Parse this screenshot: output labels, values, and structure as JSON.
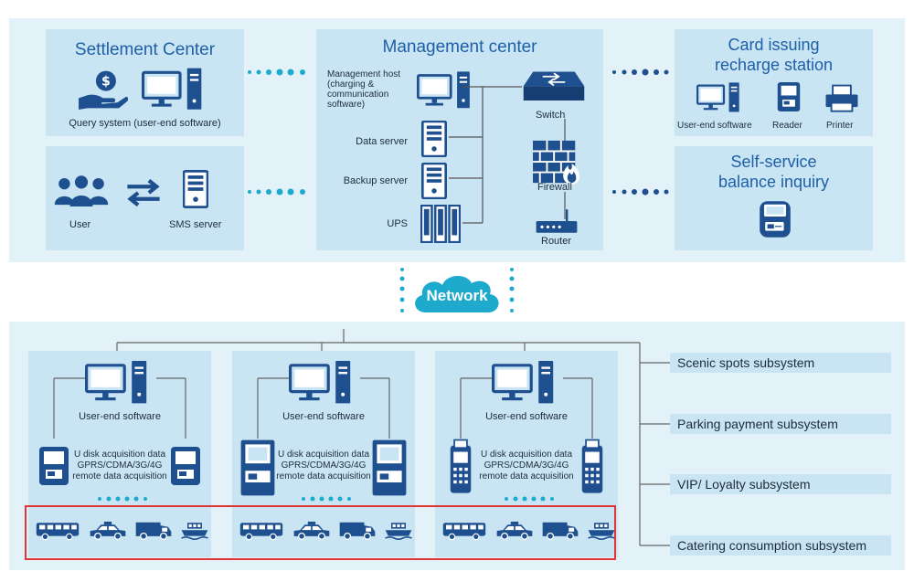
{
  "top": {
    "settlement": {
      "title": "Settlement Center",
      "caption": "Query system (user-end software)"
    },
    "user_sms": {
      "user_label": "User",
      "sms_label": "SMS server"
    },
    "management": {
      "title": "Management center",
      "host_label": "Management host\n(charging &\ncommunication\nsoftware)",
      "data_server": "Data server",
      "backup_server": "Backup server",
      "ups": "UPS",
      "switch": "Switch",
      "firewall": "Firewall",
      "router": "Router"
    },
    "card_station": {
      "title": "Card issuing\nrecharge station",
      "user_end": "User-end software",
      "reader": "Reader",
      "printer": "Printer"
    },
    "self_service": {
      "title": "Self-service\nbalance inquiry"
    }
  },
  "network": {
    "label": "Network"
  },
  "bottom": {
    "terminals": [
      {
        "software": "User-end software",
        "desc": "U disk acquisition data\nGPRS/CDMA/3G/4G\nremote data acquisition",
        "device": "round"
      },
      {
        "software": "User-end software",
        "desc": "U disk acquisition data\nGPRS/CDMA/3G/4G\nremote data acquisition",
        "device": "tall"
      },
      {
        "software": "User-end software",
        "desc": "U disk acquisition data\nGPRS/CDMA/3G/4G\nremote data acquisition",
        "device": "pos"
      }
    ],
    "vehicles": [
      "bus-icon",
      "taxi-icon",
      "van-icon",
      "ferry-icon"
    ],
    "subsystems": [
      "Scenic spots subsystem",
      "Parking payment subsystem",
      "VIP/ Loyalty subsystem",
      "Catering consumption subsystem"
    ]
  },
  "colors": {
    "icon": "#1e4f8f",
    "accent": "#1eaacd",
    "highlight": "#e03535",
    "band": "#e3f1f9",
    "panel": "#c9e5f4"
  }
}
